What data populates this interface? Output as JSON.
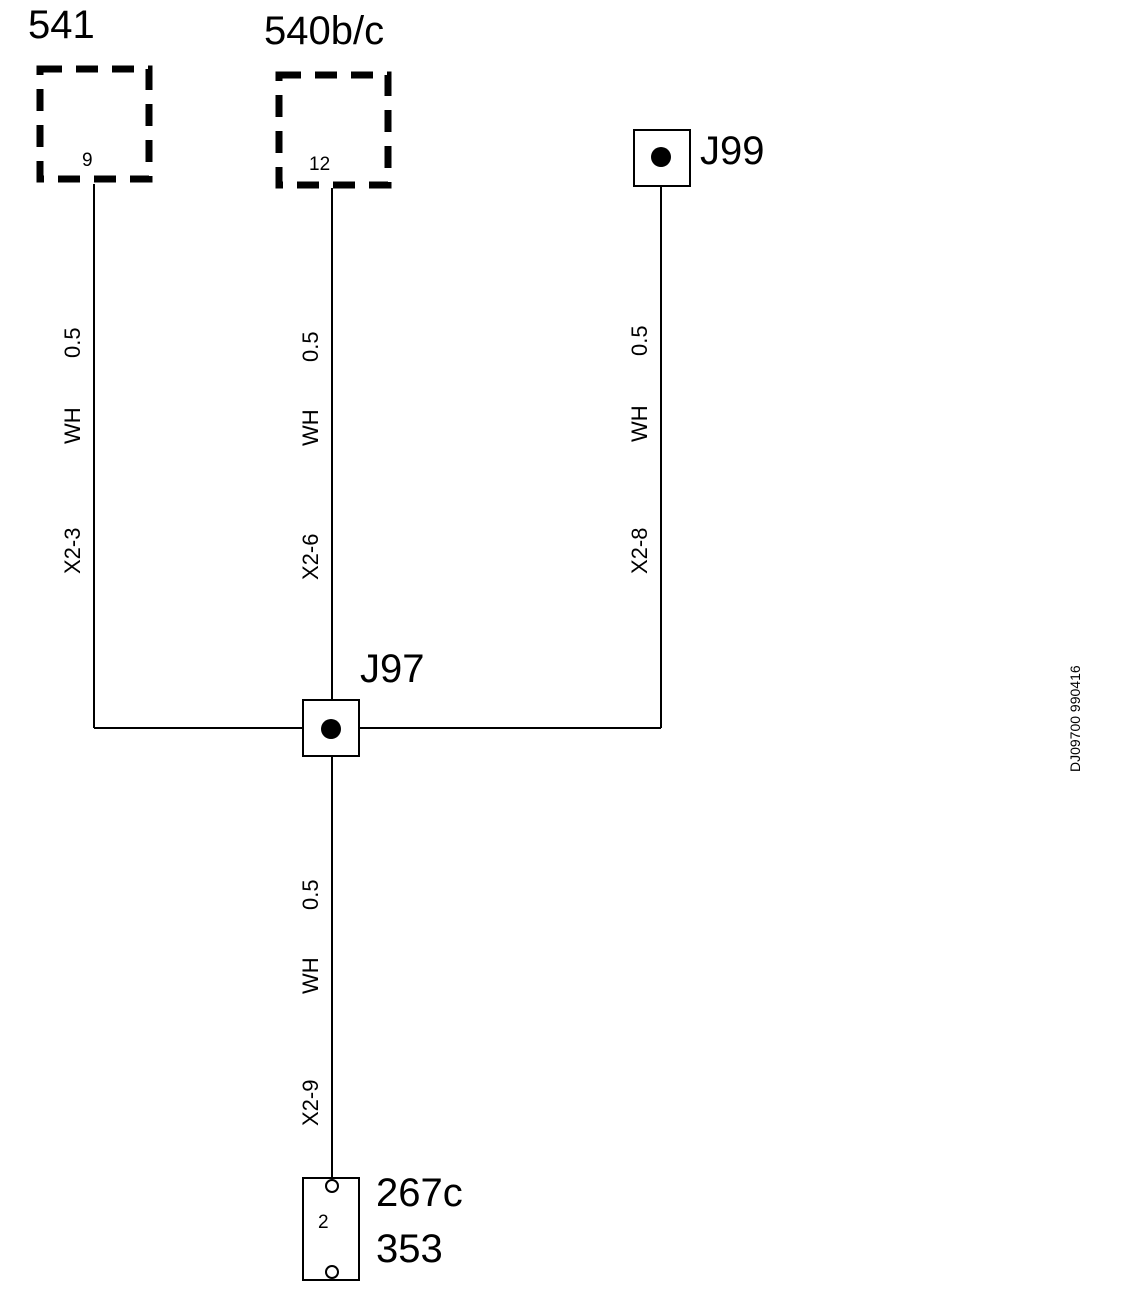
{
  "components": {
    "c541": {
      "label": "541",
      "pin": "9"
    },
    "c540": {
      "label": "540b/c",
      "pin": "12"
    },
    "j99": {
      "label": "J99"
    },
    "j97": {
      "label": "J97"
    },
    "c267": {
      "label_top": "267c",
      "label_bottom": "353",
      "pin": "2"
    }
  },
  "wires": {
    "w1": {
      "size": "0.5",
      "color": "WH",
      "terminal": "X2-3"
    },
    "w2": {
      "size": "0.5",
      "color": "WH",
      "terminal": "X2-6"
    },
    "w3": {
      "size": "0.5",
      "color": "WH",
      "terminal": "X2-8"
    },
    "w4": {
      "size": "0.5",
      "color": "WH",
      "terminal": "X2-9"
    }
  },
  "reference": "DJ09700 990416"
}
